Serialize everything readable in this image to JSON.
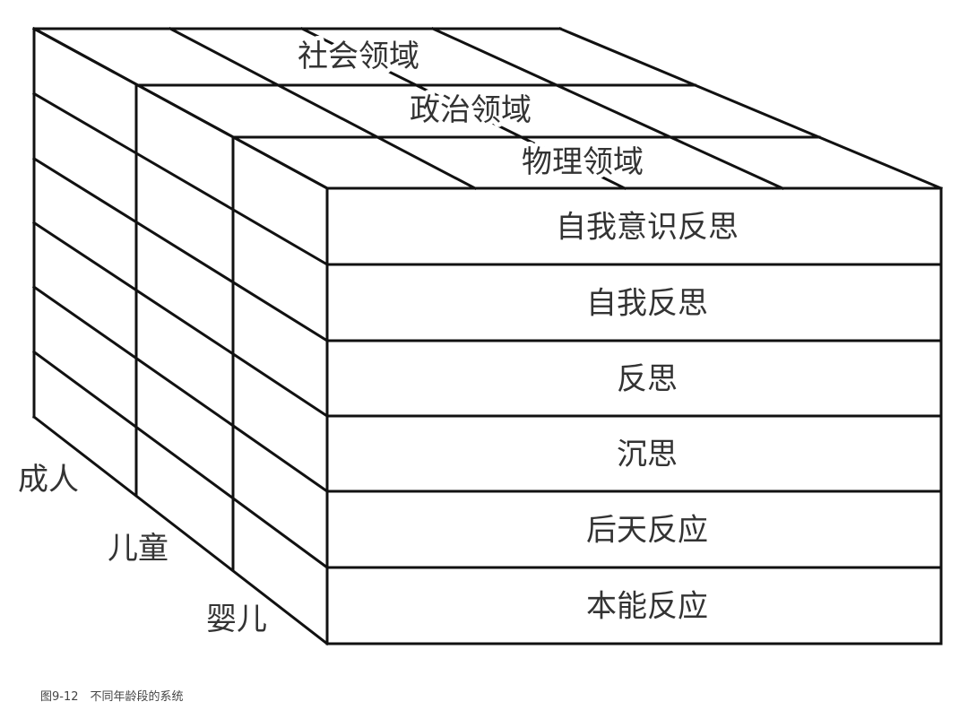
{
  "top_domains": [
    "社会领域",
    "政治领域",
    "物理领域"
  ],
  "front_levels": [
    "自我意识反思",
    "自我反思",
    "反思",
    "沉思",
    "后天反应",
    "本能反应"
  ],
  "age_groups": [
    "成人",
    "儿童",
    "婴儿"
  ],
  "caption": "图9-12　不同年龄段的系统",
  "colors": {
    "line": "#111111",
    "text": "#333333",
    "background": "#ffffff"
  }
}
